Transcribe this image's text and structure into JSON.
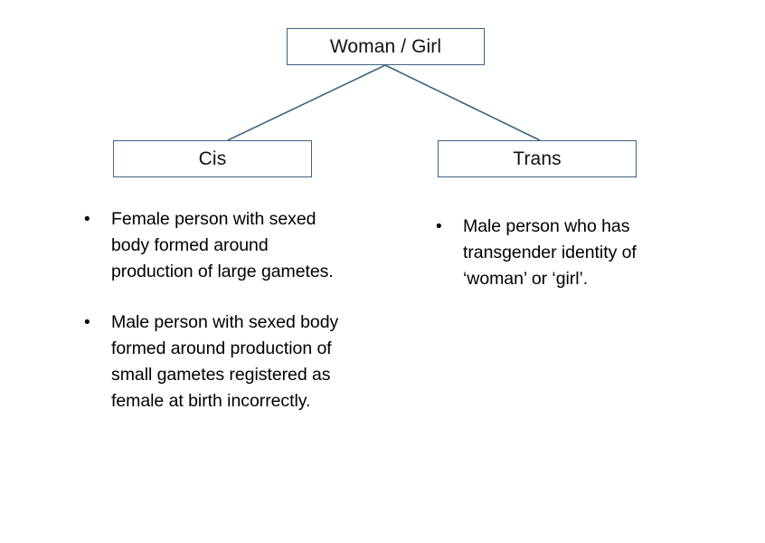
{
  "diagram": {
    "type": "tree-hierarchy",
    "background_color": "#ffffff",
    "box_border_color": "#3d6382",
    "connector_color": "#3d6382",
    "text_color": "#000000",
    "root": {
      "label": "Woman / Girl"
    },
    "branches": [
      {
        "id": "cis",
        "label": "Cis",
        "bullet_marker": "•",
        "bullets": [
          "Female person with sexed body formed around production of large gametes.",
          "Male person with sexed body formed around production of small gametes registered as female at birth incorrectly."
        ]
      },
      {
        "id": "trans",
        "label": "Trans",
        "bullet_marker": "•",
        "bullets": [
          "Male person who has transgender identity of ‘woman’ or ‘girl’."
        ]
      }
    ]
  }
}
